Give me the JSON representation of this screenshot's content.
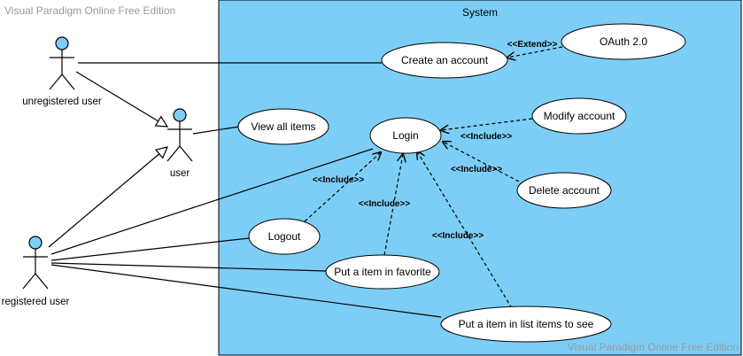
{
  "watermark_top": "Visual Paradigm Online Free Edition",
  "watermark_bottom": "Visual Paradigm Online Free Edition",
  "system": {
    "title": "System",
    "fill": "#7dcef6",
    "stroke": "#000000"
  },
  "colors": {
    "actor_fill": "#7dcef6",
    "usecase_fill": "#ffffff",
    "line": "#000000"
  },
  "actors": {
    "unregistered": "unregistered user",
    "user": "user",
    "registered": "registered user"
  },
  "use_cases": {
    "create_account": "Create an account",
    "oauth": "OAuth 2.0",
    "view_items": "View all items",
    "login": "Login",
    "modify_account": "Modify account",
    "delete_account": "Delete account",
    "logout": "Logout",
    "favorite": "Put a item in favorite",
    "list_items": "Put a item in list items to see"
  },
  "stereotypes": {
    "extend": "<<Extend>>",
    "include_modify": "<<Include>>",
    "include_delete": "<<Include>>",
    "include_logout": "<<Include>>",
    "include_favorite": "<<Include>>",
    "include_list": "<<Include>>"
  }
}
